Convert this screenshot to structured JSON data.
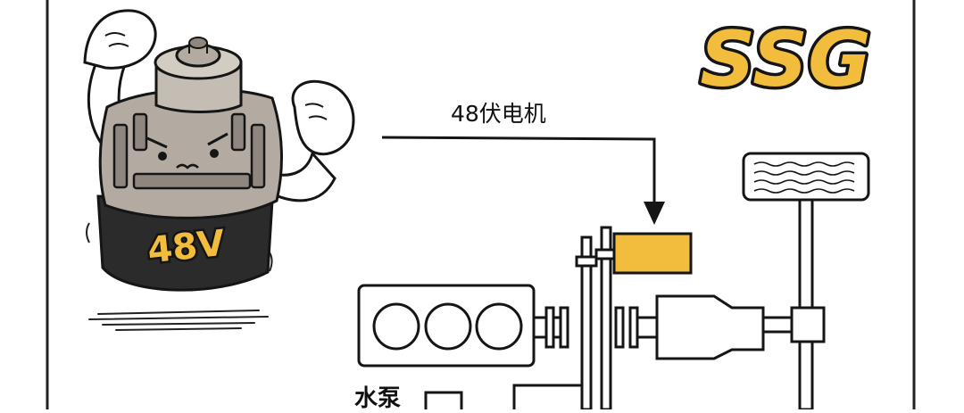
{
  "title": "SSG",
  "motor_label": "48伏电机",
  "pump_label": "水泵",
  "mascot_badge": "48V",
  "colors": {
    "accent": "#F2BC3C",
    "ink": "#151515",
    "motor_body": "#B3ABA2",
    "motor_base": "#2B2B2B"
  }
}
